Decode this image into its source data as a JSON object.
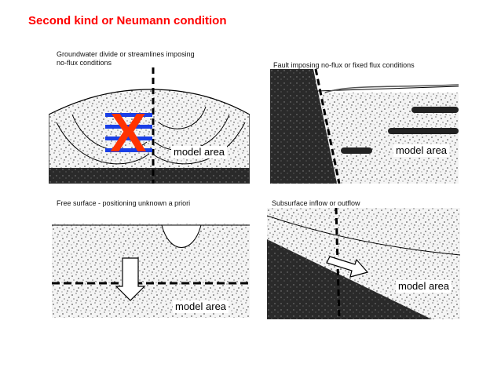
{
  "slide": {
    "title": "Second kind or Neumann condition",
    "title_color": "#ff0000"
  },
  "panels": [
    {
      "caption_line1": "Groundwater divide or streamlines imposing",
      "caption_line2": "no-flux conditions",
      "model_label": "model area"
    },
    {
      "caption_line1": "Fault imposing no-flux or fixed flux conditions",
      "caption_line2": "",
      "model_label": "model area"
    },
    {
      "caption_line1": "Free surface - positioning unknown a priori",
      "caption_line2": "",
      "model_label": "model area"
    },
    {
      "caption_line1": "Subsurface inflow or outflow",
      "caption_line2": "",
      "model_label": "model area"
    }
  ],
  "overlay": {
    "cross_color": "#ff3300",
    "stripe_color": "#1a3fe6",
    "cross_symbol": "X"
  }
}
